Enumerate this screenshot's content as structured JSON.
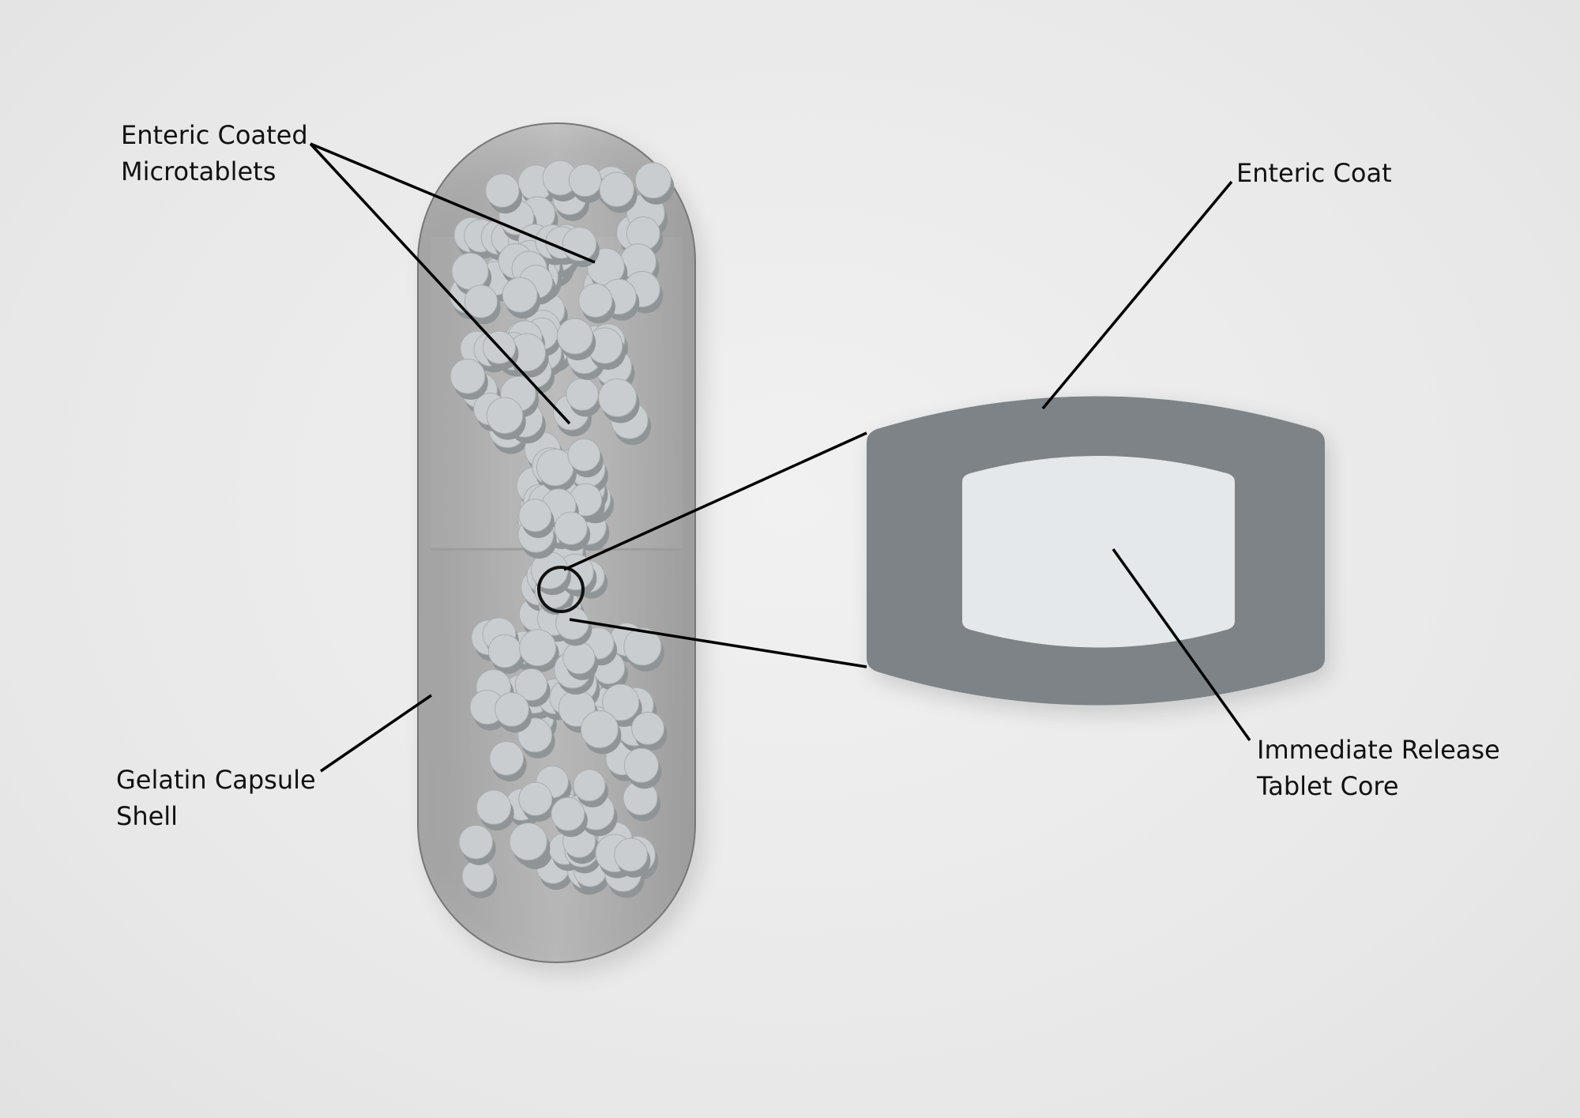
{
  "labels": {
    "microtablets": [
      "Enteric Coated",
      "Microtablets"
    ],
    "enteric_coat": "Enteric Coat",
    "core": [
      "Immediate Release",
      "Tablet Core"
    ],
    "shell": [
      "Gelatin Capsule",
      "Shell"
    ]
  },
  "colors": {
    "background": "#ececec",
    "enteric_coat": "#7d8386",
    "tablet_core": "#e4e8ea",
    "capsule": "#8a8a8a",
    "microtablet": "#c9cdcf",
    "leader_line": "#000000"
  }
}
